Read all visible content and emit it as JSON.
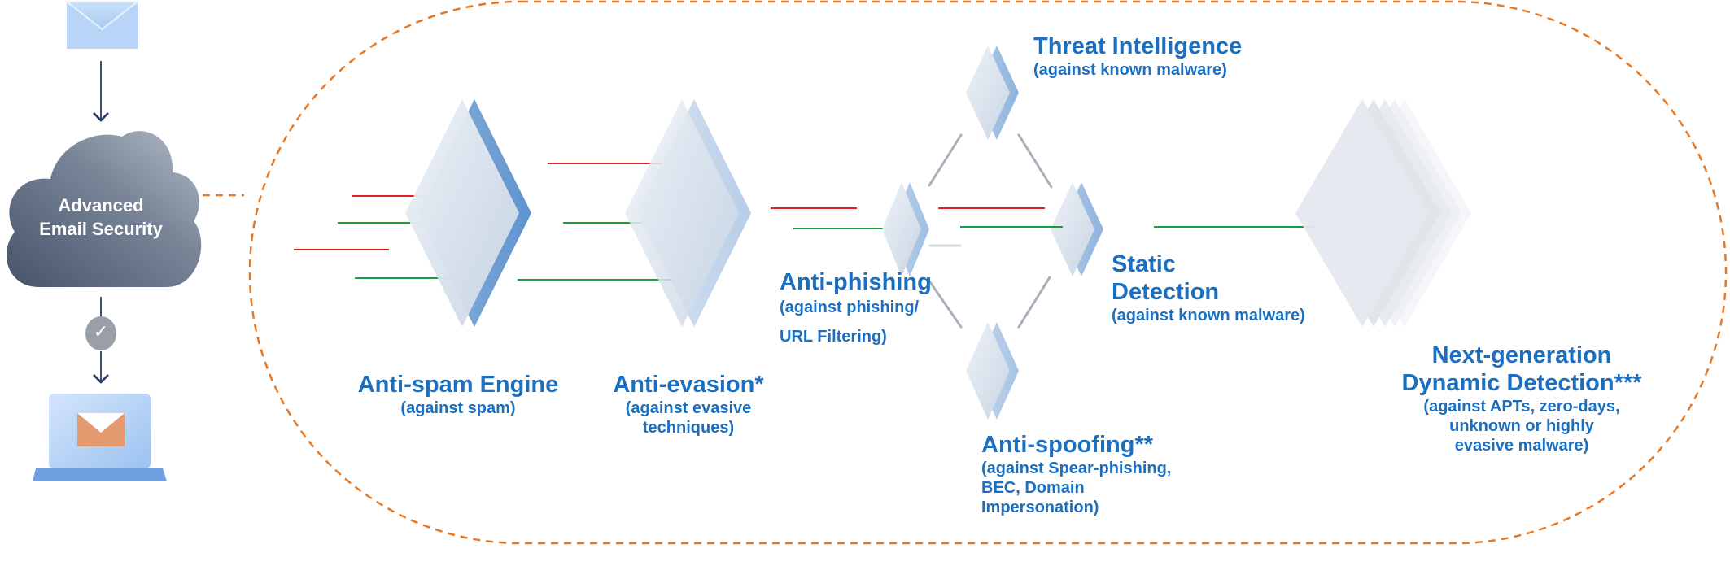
{
  "source": {
    "cloud_line1": "Advanced",
    "cloud_line2": "Email Security",
    "check_glyph": "✓"
  },
  "stages": {
    "antispam": {
      "title": "Anti-spam Engine",
      "sub": "(against spam)"
    },
    "antievasion": {
      "title": "Anti-evasion*",
      "sub1": "(against evasive",
      "sub2": "techniques)"
    },
    "antiphishing": {
      "title": "Anti-phishing",
      "sub1": "(against phishing/",
      "sub2": "URL Filtering)"
    },
    "threat": {
      "title": "Threat Intelligence",
      "sub": "(against known malware)"
    },
    "static": {
      "title1": "Static",
      "title2": "Detection",
      "sub": "(against known malware)"
    },
    "antispoofing": {
      "title": "Anti-spoofing**",
      "sub1": "(against Spear-phishing,",
      "sub2": "BEC, Domain",
      "sub3": "Impersonation)"
    },
    "nextgen": {
      "title1": "Next-generation",
      "title2": "Dynamic Detection***",
      "sub1": "(against APTs, zero-days,",
      "sub2": "unknown or highly",
      "sub3": "evasive malware)"
    }
  },
  "colors": {
    "label_blue": "#1a6fc1",
    "spam_red": "#e02020",
    "clean_green": "#1a9e3a",
    "dash_orange": "#e87722",
    "cloud_dark": "#4c5a70",
    "cloud_light": "#9aa6b4",
    "arrow_navy": "#2b3a67"
  },
  "icons": [
    "envelope-icon",
    "cloud-icon",
    "check-icon",
    "laptop-icon",
    "filter-diamond-icon"
  ]
}
